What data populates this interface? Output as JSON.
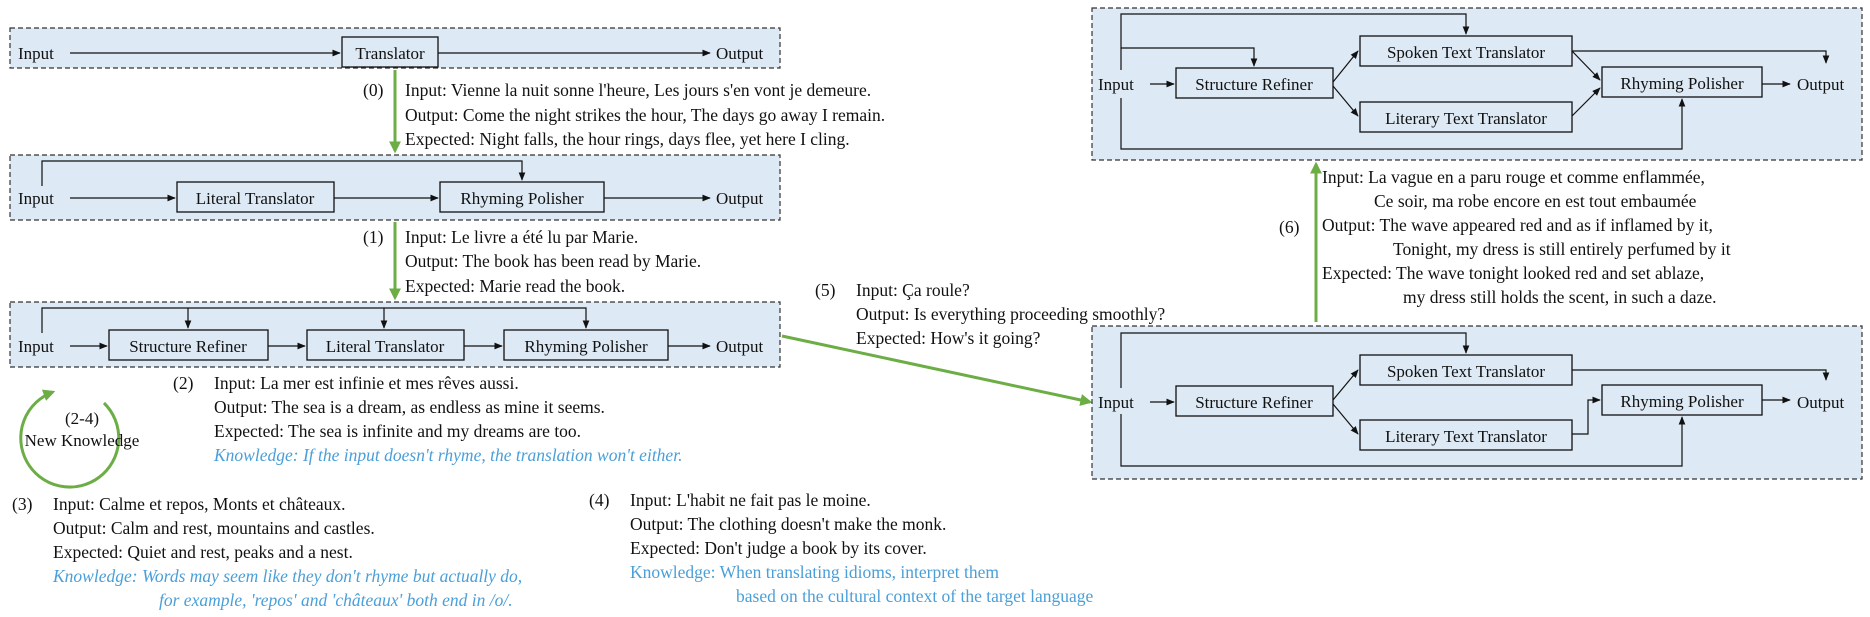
{
  "nodes": {
    "input": "Input",
    "output": "Output",
    "translator": "Translator",
    "literal_translator": "Literal Translator",
    "rhyming_polisher": "Rhyming Polisher",
    "structure_refiner": "Structure Refiner",
    "spoken_text_translator": "Spoken Text Translator",
    "literary_text_translator": "Literary Text Translator"
  },
  "cycle": {
    "label": "(2-4)",
    "caption": "New Knowledge"
  },
  "examples": {
    "ex0": {
      "tag": "(0)",
      "input": "Input: Vienne la nuit sonne l'heure, Les jours s'en vont je demeure.",
      "output": "Output: Come the night strikes the hour, The days go away I remain.",
      "expected": "Expected: Night falls, the hour rings, days flee, yet here I cling."
    },
    "ex1": {
      "tag": "(1)",
      "input": "Input: Le livre a été lu par Marie.",
      "output": "Output: The book has been read by Marie.",
      "expected": "Expected: Marie read the book."
    },
    "ex2": {
      "tag": "(2)",
      "input": "Input: La mer est infinie et mes rêves aussi.",
      "output": "Output: The sea is a dream, as endless as mine it seems.",
      "expected": "Expected: The sea is infinite and my dreams are too.",
      "knowledge": "Knowledge: If the input doesn't rhyme, the translation won't either."
    },
    "ex3": {
      "tag": "(3)",
      "input": "Input: Calme et repos, Monts et châteaux.",
      "output": "Output: Calm and rest, mountains and castles.",
      "expected": "Expected: Quiet and rest, peaks and a nest.",
      "knowledge_l1": "Knowledge: Words may seem like they don't rhyme but actually do,",
      "knowledge_l2": "for example, 'repos' and 'châteaux' both end in /o/."
    },
    "ex4": {
      "tag": "(4)",
      "input": "Input: L'habit ne fait pas le moine.",
      "output": "Output: The clothing doesn't make the monk.",
      "expected": "Expected: Don't judge a book by its cover.",
      "knowledge_l1": "Knowledge: When translating idioms, interpret them",
      "knowledge_l2": "based on the cultural context of the target language"
    },
    "ex5": {
      "tag": "(5)",
      "input": "Input: Ça roule?",
      "output": "Output: Is everything proceeding smoothly?",
      "expected": "Expected: How's it going?"
    },
    "ex6": {
      "tag": "(6)",
      "input_l1": "Input: La vague en a paru rouge et comme enflammée,",
      "input_l2": "Ce soir, ma robe encore en est tout embaumée",
      "output_l1": "Output: The wave appeared red and as if inflamed by it,",
      "output_l2": "Tonight, my dress is still entirely perfumed by it",
      "expected_l1": "Expected: The wave tonight looked red and set ablaze,",
      "expected_l2": "my dress still holds the scent, in such a daze."
    }
  },
  "colors": {
    "panel": "#dde9f4",
    "arrow_green": "#6cad45",
    "knowledge_blue": "#4a9fd8"
  }
}
